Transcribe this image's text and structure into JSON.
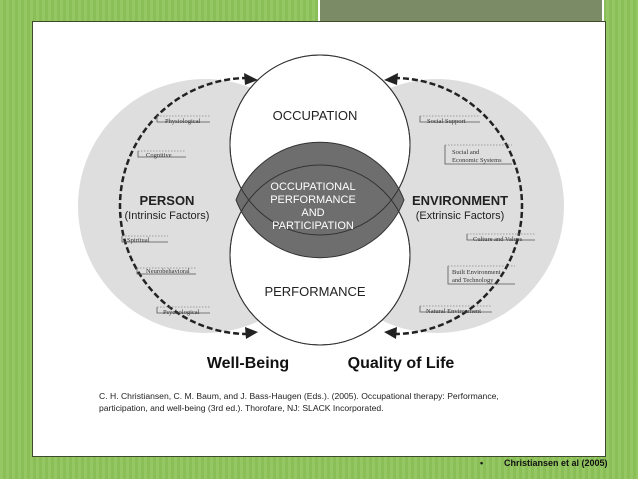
{
  "diagram": {
    "top_label": "OCCUPATION",
    "center_label_lines": [
      "OCCUPATIONAL",
      "PERFORMANCE",
      "AND",
      "PARTICIPATION"
    ],
    "bottom_label": "PERFORMANCE",
    "person": {
      "title": "PERSON",
      "subtitle": "(Intrinsic Factors)"
    },
    "environment": {
      "title": "ENVIRONMENT",
      "subtitle": "(Extrinsic Factors)"
    },
    "person_factors": [
      "Physiological",
      "Cognitive",
      "Spiritual",
      "Neurobehavioral",
      "Psychological"
    ],
    "environment_factors": {
      "social_support": "Social Support",
      "social_economic": [
        "Social and",
        "Economic Systems"
      ],
      "culture": "Culture and Values",
      "built": [
        "Built Environment",
        "and Technology"
      ],
      "natural": "Natural Environment"
    },
    "well_being": "Well-Being",
    "quality_of_life": "Quality of Life"
  },
  "citation": "C. H. Christiansen, C. M. Baum, and J. Bass-Haugen (Eds.). (2005). Occupational therapy: Performance, participation, and well-being (3rd ed.). Thorofare, NJ: SLACK Incorporated.",
  "caption": {
    "bullet": "•",
    "text": "Christiansen et al (2005)"
  },
  "colors": {
    "slide_background": "#8ec45a",
    "circle_fill": "#dedede",
    "center_fill": "#6e6e6e"
  }
}
